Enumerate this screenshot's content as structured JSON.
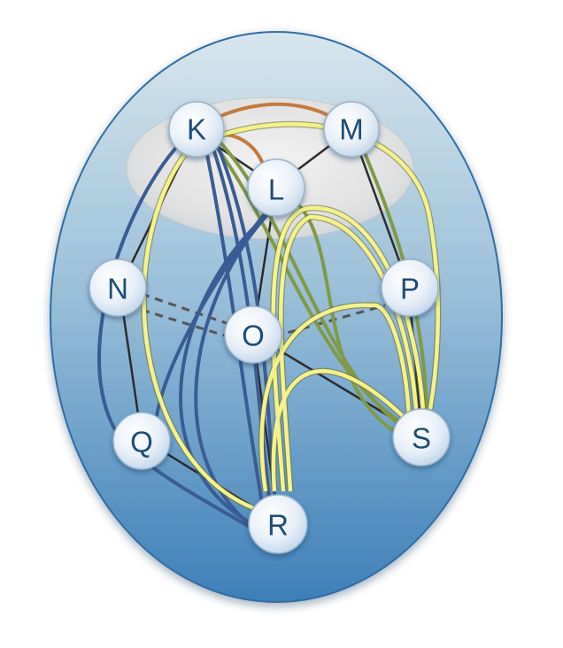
{
  "colors": {
    "outer_top": "#d6e6ee",
    "outer_bottom": "#3d7fb9",
    "outer_stroke": "#2e6ea6",
    "inner_ellipse": "#e4e4e4",
    "node_fill_top": "#ffffff",
    "node_fill_bottom": "#c8dcef",
    "node_stroke": "#9ab3cc",
    "edge_plain": "#2c2c2c",
    "edge_dashed": "#555555",
    "edge_blue": "#3a5c94",
    "edge_green": "#7f9a46",
    "edge_orange": "#c57a3d",
    "edge_yellow": "#f4f28a",
    "label": "#1f4e79"
  },
  "nodes": [
    {
      "id": "K",
      "label": "K"
    },
    {
      "id": "M",
      "label": "M"
    },
    {
      "id": "L",
      "label": "L"
    },
    {
      "id": "N",
      "label": "N"
    },
    {
      "id": "P",
      "label": "P"
    },
    {
      "id": "O",
      "label": "O"
    },
    {
      "id": "Q",
      "label": "Q"
    },
    {
      "id": "S",
      "label": "S"
    },
    {
      "id": "R",
      "label": "R"
    }
  ],
  "edges": [
    {
      "from": "K",
      "to": "L",
      "style": "plain"
    },
    {
      "from": "M",
      "to": "L",
      "style": "plain"
    },
    {
      "from": "K",
      "to": "N",
      "style": "plain"
    },
    {
      "from": "N",
      "to": "Q",
      "style": "plain"
    },
    {
      "from": "Q",
      "to": "R",
      "style": "plain"
    },
    {
      "from": "M",
      "to": "P",
      "style": "plain"
    },
    {
      "from": "P",
      "to": "S",
      "style": "plain"
    },
    {
      "from": "L",
      "to": "O",
      "style": "plain"
    },
    {
      "from": "O",
      "to": "R",
      "style": "plain"
    },
    {
      "from": "N",
      "to": "O",
      "style": "dashed"
    },
    {
      "from": "O",
      "to": "P",
      "style": "dashed"
    },
    {
      "from": "K",
      "to": "M",
      "style": "orange"
    },
    {
      "from": "K",
      "to": "L",
      "style": "orange"
    },
    {
      "from": "K",
      "to": "R",
      "style": "blue"
    },
    {
      "from": "L",
      "to": "R",
      "style": "blue"
    },
    {
      "from": "L",
      "to": "Q",
      "style": "blue"
    },
    {
      "from": "K",
      "to": "S",
      "style": "green"
    },
    {
      "from": "M",
      "to": "S",
      "style": "green"
    },
    {
      "from": "L",
      "to": "S",
      "style": "green"
    },
    {
      "from": "K",
      "to": "R",
      "style": "yellow"
    },
    {
      "from": "K",
      "to": "S",
      "style": "yellow"
    },
    {
      "from": "L",
      "to": "S",
      "style": "yellow"
    },
    {
      "from": "R",
      "to": "S",
      "style": "yellow"
    }
  ]
}
